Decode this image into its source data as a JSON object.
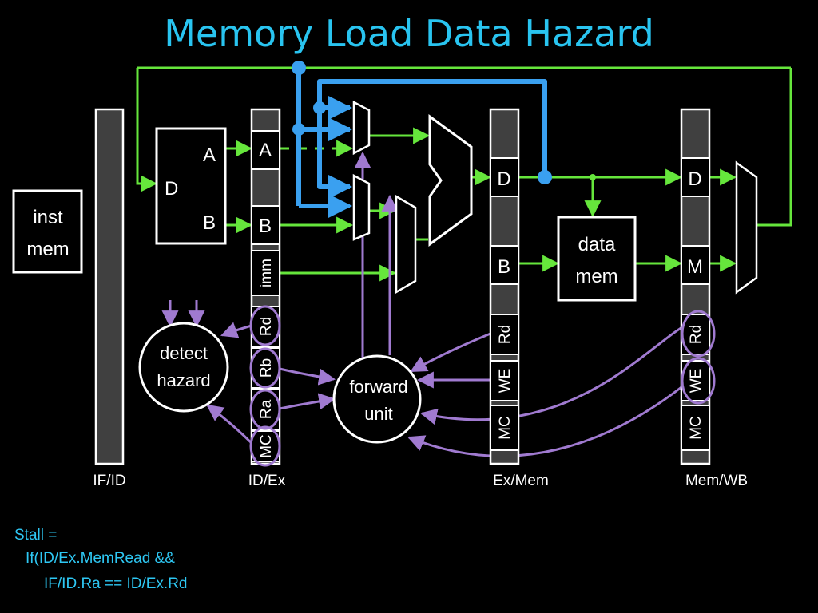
{
  "title": "Memory Load Data Hazard",
  "colors": {
    "background": "#000000",
    "title": "#29c4f0",
    "green_wire": "#66e63c",
    "blue_wire": "#3aa0f0",
    "purple_wire": "#a07ad0",
    "register": "#404040"
  },
  "inst_mem": {
    "line1": "inst",
    "line2": "mem"
  },
  "regfile": {
    "d": "D",
    "a": "A",
    "b": "B"
  },
  "id_ex": {
    "a": "A",
    "b": "B",
    "imm": "imm",
    "rd": "Rd",
    "rb": "Rb",
    "ra": "Ra",
    "mc": "MC"
  },
  "ex_mem": {
    "d": "D",
    "b": "B",
    "rd": "Rd",
    "we": "WE",
    "mc": "MC"
  },
  "mem_wb": {
    "d": "D",
    "m": "M",
    "rd": "Rd",
    "we": "WE",
    "mc": "MC"
  },
  "data_mem": {
    "line1": "data",
    "line2": "mem"
  },
  "detect_hazard": {
    "line1": "detect",
    "line2": "hazard"
  },
  "forward_unit": {
    "line1": "forward",
    "line2": "unit"
  },
  "stages": {
    "if_id": "IF/ID",
    "id_ex": "ID/Ex",
    "ex_mem": "Ex/Mem",
    "mem_wb": "Mem/WB"
  },
  "stall": {
    "line1": "Stall =",
    "line2": "If(ID/Ex.MemRead  &&",
    "line3": "IF/ID.Ra == ID/Ex.Rd"
  }
}
